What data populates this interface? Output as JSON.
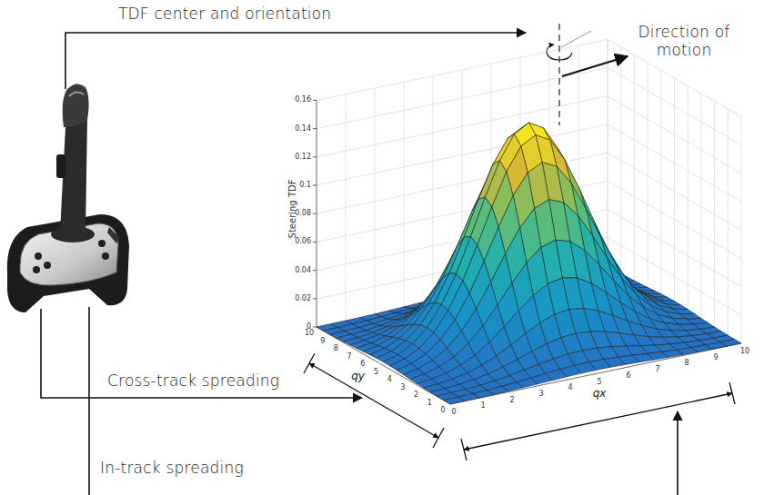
{
  "diagram": {
    "labels": [
      "TDF center and orientation",
      "Direction of motion",
      "Cross-track spreading",
      "In-track spreading",
      "Steering TDF",
      "0",
      "0.02",
      "0.04",
      "0.06",
      "0.08",
      "0.1",
      "0.12",
      "0.14",
      "0.16",
      "0",
      "1",
      "2",
      "3",
      "4",
      "5",
      "6",
      "7",
      "8",
      "9",
      "10",
      "0",
      "1",
      "2",
      "3",
      "4",
      "5",
      "6",
      "7",
      "8",
      "9",
      "10",
      "qy",
      "qx"
    ]
  }
}
